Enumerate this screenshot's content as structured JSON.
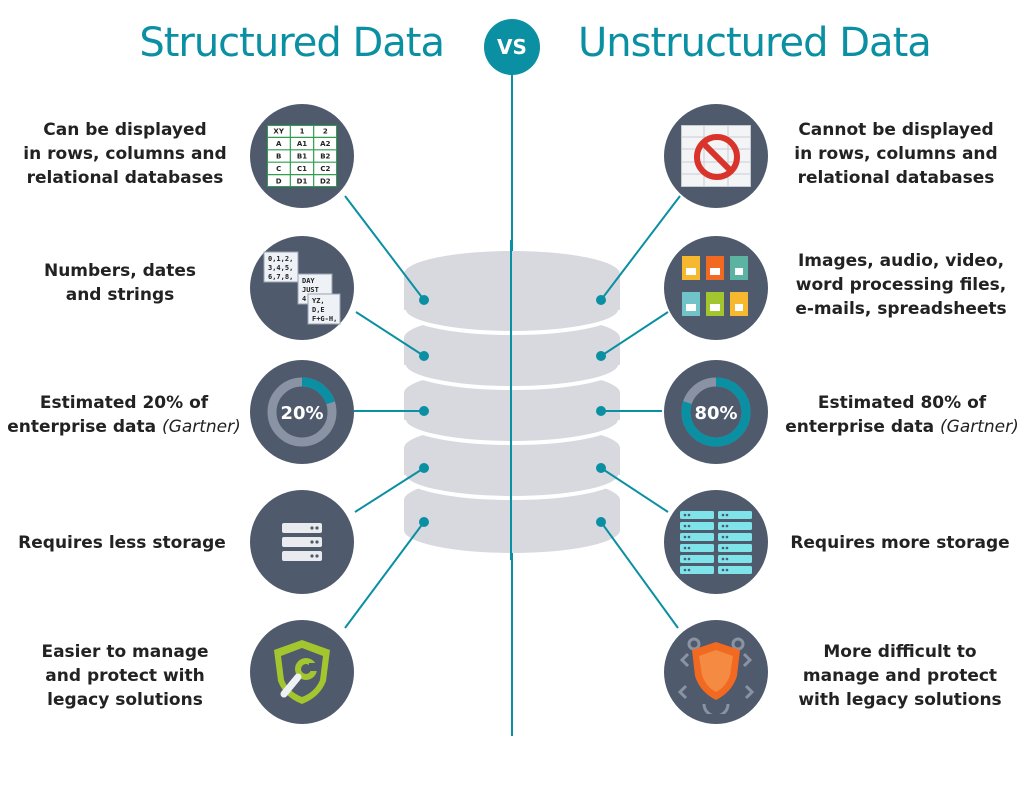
{
  "header": {
    "left_title": "Structured Data",
    "vs_label": "VS",
    "right_title": "Unstructured Data"
  },
  "left": {
    "items": [
      {
        "label_lines": [
          "Can be displayed",
          "in rows, columns and",
          "relational databases"
        ]
      },
      {
        "label_lines": [
          "Numbers, dates",
          "and strings"
        ]
      },
      {
        "label_lines": [
          "Estimated 20% of",
          "enterprise data"
        ],
        "source": "(Gartner)",
        "gauge_value": "20%",
        "gauge_fraction": 0.2
      },
      {
        "label_lines": [
          "Requires less storage"
        ]
      },
      {
        "label_lines": [
          "Easier to manage",
          "and protect with",
          "legacy solutions"
        ]
      }
    ],
    "table_icon": {
      "rows": [
        [
          "XY",
          "1",
          "2"
        ],
        [
          "A",
          "A1",
          "A2"
        ],
        [
          "B",
          "B1",
          "B2"
        ],
        [
          "C",
          "C1",
          "C2"
        ],
        [
          "D",
          "D1",
          "D2"
        ]
      ]
    },
    "strings_icon": {
      "card1": [
        "0,1,2,",
        "3,4,5,",
        "6,7,8,"
      ],
      "card2": [
        "DAY",
        "JUST",
        "4,2025"
      ],
      "card3": [
        "YZ,",
        "D,E",
        "F+G-H,"
      ]
    }
  },
  "right": {
    "items": [
      {
        "label_lines": [
          "Cannot be displayed",
          "in rows, columns and",
          "relational databases"
        ]
      },
      {
        "label_lines": [
          "Images, audio, video,",
          "word processing files,",
          "e-mails, spreadsheets"
        ]
      },
      {
        "label_lines": [
          "Estimated 80% of",
          "enterprise data"
        ],
        "source": "(Gartner)",
        "gauge_value": "80%",
        "gauge_fraction": 0.8
      },
      {
        "label_lines": [
          "Requires more storage"
        ]
      },
      {
        "label_lines": [
          "More difficult to",
          "manage and protect",
          "with legacy solutions"
        ]
      }
    ]
  },
  "colors": {
    "teal": "#0a8fa3",
    "circle": "#4f5a6d",
    "disk": "#d7d9de",
    "green_table": "#2e9e4f",
    "lime_shield": "#a3c62f",
    "orange_shield": "#f26a21",
    "server_teal": "#7fe3ea"
  }
}
